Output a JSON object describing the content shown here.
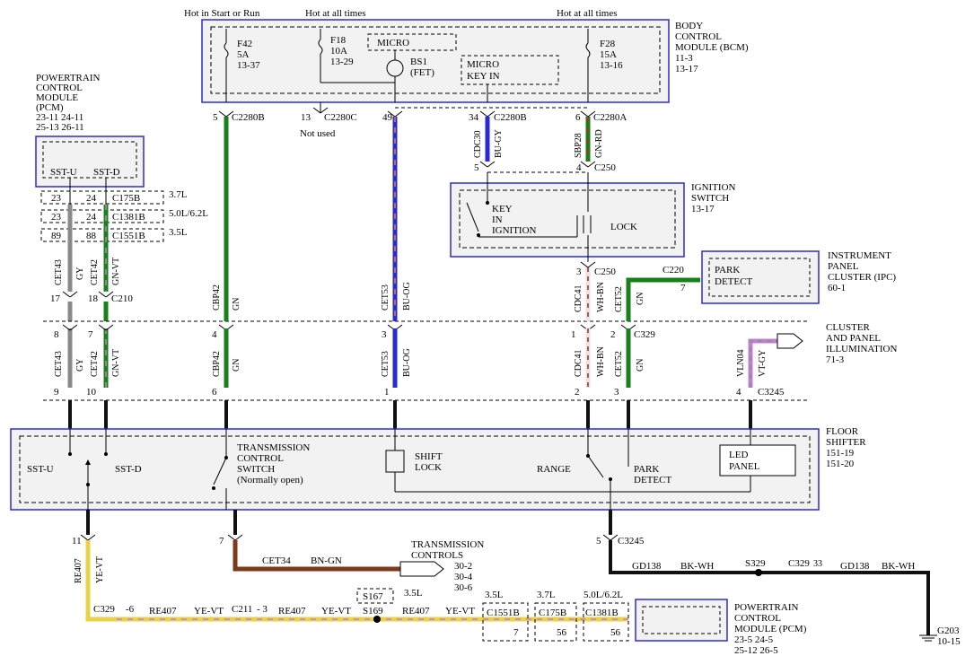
{
  "colors": {
    "module_border": "#2b2bd6",
    "module_fill": "#f2f2f2",
    "wire_gn": "#17801b",
    "wire_gy": "#8a8a8a",
    "wire_bu": "#2a2ad0",
    "wire_bn": "#7b3a1a",
    "wire_ye": "#e8d24a",
    "wire_vt": "#c080d0",
    "wire_black": "#111111"
  },
  "top_labels": {
    "hot_start_run": "Hot in Start or Run",
    "hot_all_1": "Hot at all times",
    "hot_all_2": "Hot at all times"
  },
  "bcm": {
    "title": [
      "BODY",
      "CONTROL",
      "MODULE (BCM)",
      "11-3",
      "13-17"
    ],
    "f42": [
      "F42",
      "5A",
      "13-37"
    ],
    "f18": [
      "F18",
      "10A",
      "13-29"
    ],
    "micro1": "MICRO",
    "bs1": [
      "BS1",
      "(FET)"
    ],
    "micro2": [
      "MICRO",
      "KEY IN"
    ],
    "f28": [
      "F28",
      "15A",
      "13-16"
    ]
  },
  "pcm_top": {
    "title": [
      "POWERTRAIN",
      "CONTROL",
      "MODULE",
      "(PCM)",
      "23-11   24-11",
      "25-13   26-11"
    ],
    "sst_u": "SST-U",
    "sst_d": "SST-D"
  },
  "connectors": {
    "c2280b": "C2280B",
    "c2280c": "C2280C",
    "not_used": "Not used",
    "c2280b_2": "C2280B",
    "c2280a": "C2280A",
    "c175b": "C175B",
    "c1381b": "C1381B",
    "c1551b": "C1551B",
    "v37": "3.7L",
    "v50": "5.0L/6.2L",
    "v35": "3.5L",
    "c250a": "C250",
    "c250b": "C250",
    "c210": "C210",
    "c329": "C329",
    "c3245": "C3245",
    "c220": "C220",
    "c3245b": "C3245"
  },
  "pins": {
    "p5a": "5",
    "p13": "13",
    "p49": "49",
    "p34": "34",
    "p6a": "6",
    "p23a": "23",
    "p24a": "24",
    "p23b": "23",
    "p24b": "24",
    "p89": "89",
    "p88": "88",
    "p5b": "5",
    "p4a": "4",
    "p3a": "3",
    "p17": "17",
    "p18": "18",
    "p8": "8",
    "p7": "7",
    "p4b": "4",
    "p3b": "3",
    "p1a": "1",
    "p2a": "2",
    "p9": "9",
    "p10": "10",
    "p6b": "6",
    "p1b": "1",
    "p2b": "2",
    "p3c": "3",
    "p4c": "4",
    "p7ipc": "7",
    "p11": "11",
    "p7b": "7",
    "p5c": "5",
    "p33": "33",
    "p7c": "7",
    "p56a": "56",
    "p56b": "56"
  },
  "wires": {
    "cet43a": "CET43",
    "gy_a": "GY",
    "cet42a": "CET42",
    "gnvt_a": "GN-VT",
    "cbp42a": "CBP42",
    "gn_a": "GN",
    "cet53a": "CET53",
    "buog_a": "BU-OG",
    "cdc30": "CDC30",
    "bugy": "BU-GY",
    "sbp28": "SBP28",
    "gnrd": "GN-RD",
    "cdc41a": "CDC41",
    "whbn_a": "WH-BN",
    "cet52a": "CET52",
    "gn_b": "GN",
    "cet43b": "CET43",
    "gy_b": "GY",
    "cet42b": "CET42",
    "gnvt_b": "GN-VT",
    "cbp42b": "CBP42",
    "gn_c": "GN",
    "cet53b": "CET53",
    "buog_b": "BU-OG",
    "cdc41b": "CDC41",
    "whbn_b": "WH-BN",
    "cet52b": "CET52",
    "gn_d": "GN",
    "vln04": "VLN04",
    "vtgy": "VT-GY",
    "re407a": "RE407",
    "yevt_a": "YE-VT",
    "cet34": "CET34",
    "bngn": "BN-GN",
    "gd138a": "GD138",
    "bkwh_a": "BK-WH",
    "gd138b": "GD138",
    "bkwh_b": "BK-WH"
  },
  "ignition": {
    "title": [
      "IGNITION",
      "SWITCH",
      "13-17"
    ],
    "key_in": [
      "KEY",
      "IN",
      "IGNITION"
    ],
    "lock": "LOCK"
  },
  "ipc": {
    "title": [
      "INSTRUMENT",
      "PANEL",
      "CLUSTER (IPC)",
      "60-1"
    ],
    "park_detect": [
      "PARK",
      "DETECT"
    ]
  },
  "illumination": [
    "CLUSTER",
    "AND PANEL",
    "ILLUMINATION",
    "71-3"
  ],
  "floor_shifter": {
    "title": [
      "FLOOR",
      "SHIFTER",
      "151-19",
      "151-20"
    ],
    "sst_u": "SST-U",
    "sst_d": "SST-D",
    "tcs": [
      "TRANSMISSION",
      "CONTROL",
      "SWITCH",
      "(Normally open)"
    ],
    "shift_lock": [
      "SHIFT",
      "LOCK"
    ],
    "range": "RANGE",
    "park_detect": [
      "PARK",
      "DETECT"
    ],
    "led_panel": [
      "LED",
      "PANEL"
    ]
  },
  "bottom": {
    "trans_controls": [
      "TRANSMISSION",
      "CONTROLS",
      "30-2",
      "30-4",
      "30-6"
    ],
    "c3245": "C3245",
    "s329": "S329",
    "c329_33": "C329",
    "g203": [
      "G203",
      "10-15"
    ],
    "c329_6": "C329",
    "minus6": "-6",
    "re407_1": "RE407",
    "yevt_1": "YE-VT",
    "c211": "C211",
    "minus3": "- 3",
    "re407_2": "RE407",
    "yevt_2": "YE-VT",
    "s169": "S169",
    "s167": "S167",
    "v35b": "3.5L",
    "re407_3": "RE407",
    "yevt_3": "YE-VT",
    "v35c": "3.5L",
    "c1551b": "C1551B",
    "v37b": "3.7L",
    "c175b": "C175B",
    "v50b": "5.0L/6.2L",
    "c1381b": "C1381B",
    "pcm2": [
      "POWERTRAIN",
      "CONTROL",
      "MODULE (PCM)",
      "23-5     24-5",
      "25-12    26-5"
    ]
  }
}
